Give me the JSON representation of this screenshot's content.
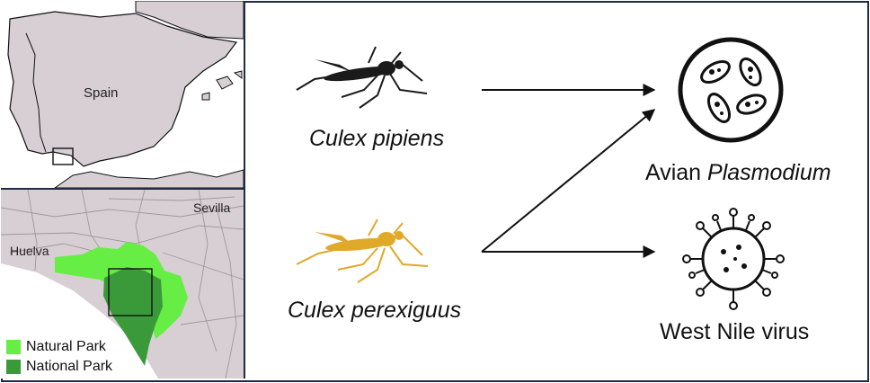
{
  "maps": {
    "overview_label": "Spain",
    "detail_labels": {
      "sevilla": "Sevilla",
      "huelva": "Huelva"
    },
    "legend": [
      {
        "label": "Natural Park",
        "color": "#66ee44"
      },
      {
        "label": "National Park",
        "color": "#3a9a3a"
      }
    ]
  },
  "vectors": [
    {
      "name": "Culex pipiens",
      "color": "#1a1a1a"
    },
    {
      "name": "Culex perexiguus",
      "color": "#e0a92a"
    }
  ],
  "pathogens": {
    "plasmodium": {
      "prefix": "Avian ",
      "italic": "Plasmodium"
    },
    "wnv": {
      "label": "West Nile virus"
    }
  },
  "colors": {
    "border": "#1f2a44",
    "land": "#d7cfd3"
  }
}
